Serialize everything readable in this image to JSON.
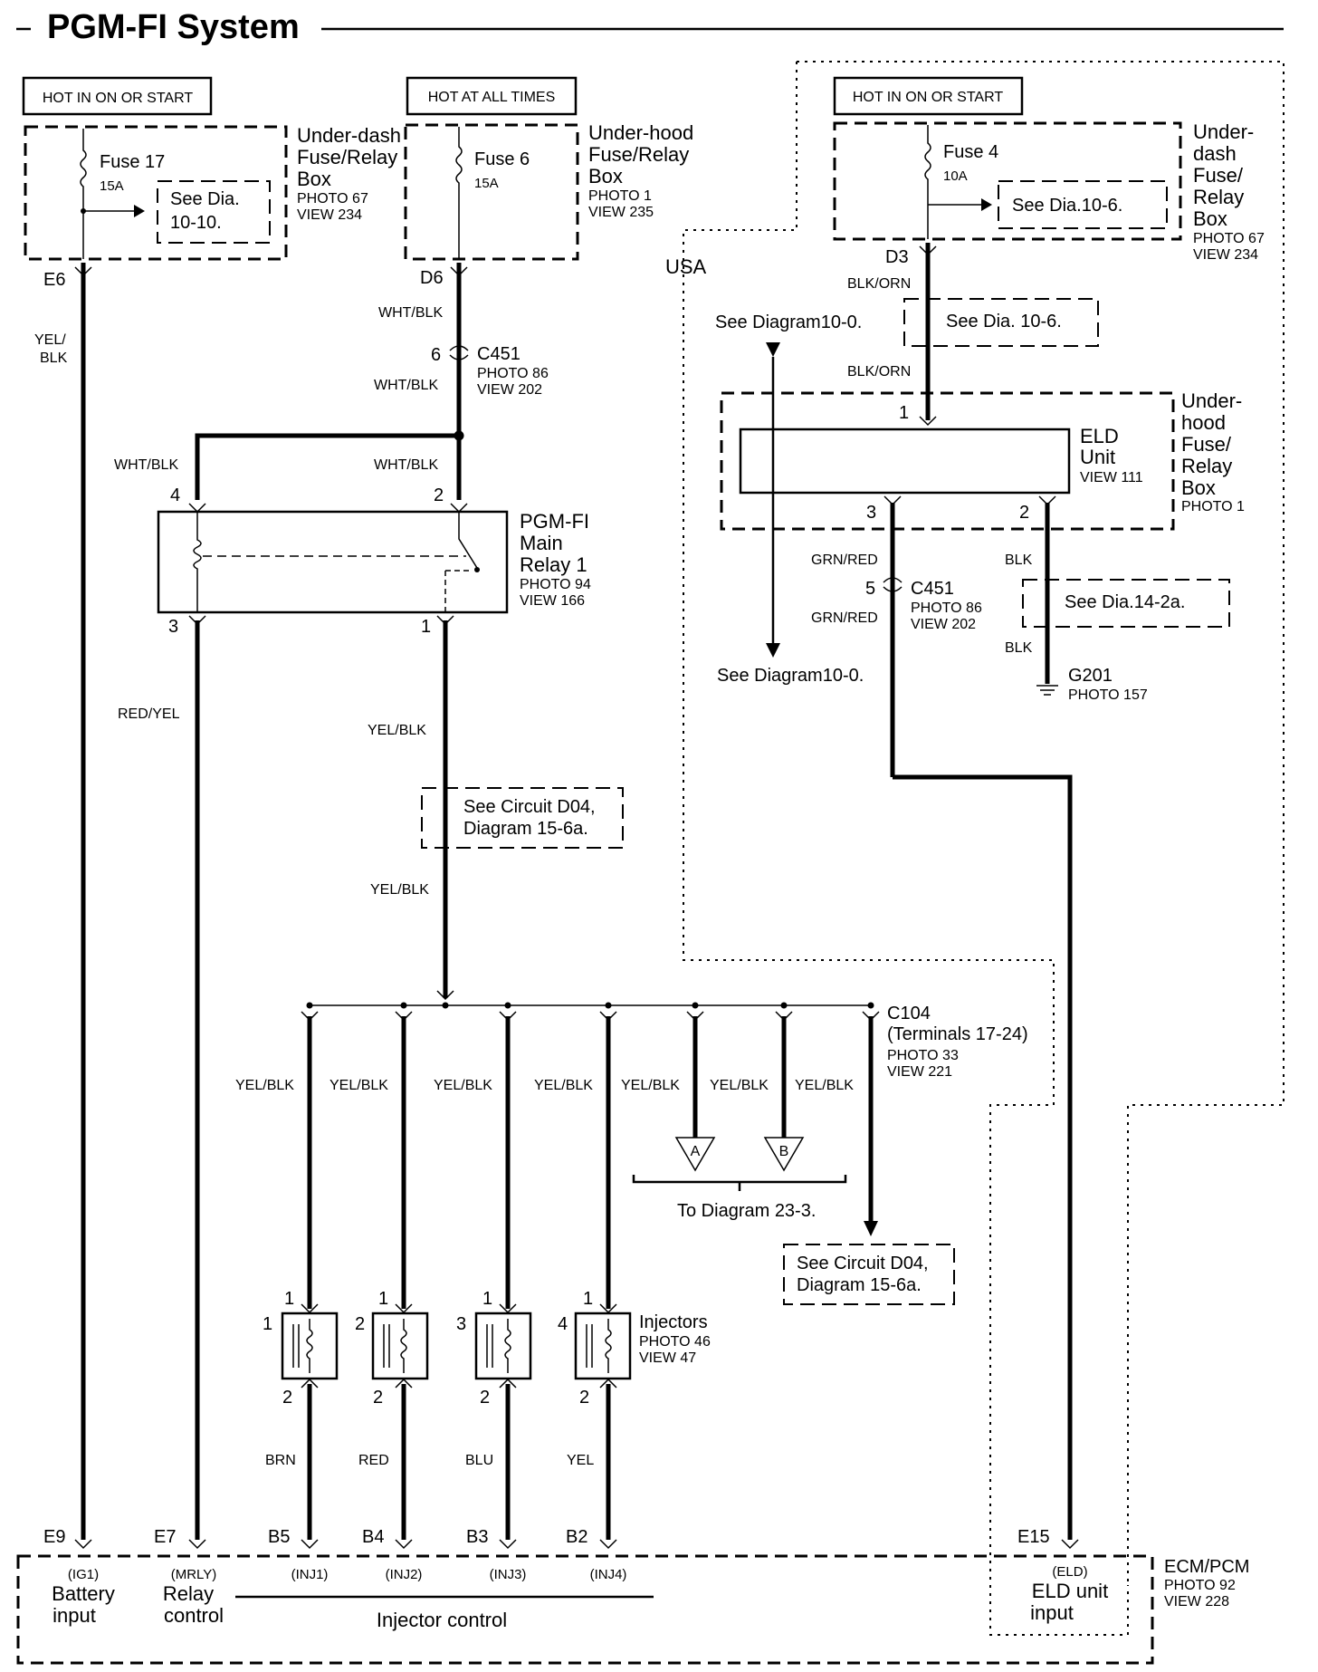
{
  "title": "PGM-FI System",
  "power_sources": {
    "left": {
      "label": "HOT IN ON OR START",
      "fuse": "Fuse 17",
      "rating": "15A",
      "see": [
        "See Dia.",
        "10-10."
      ],
      "box": [
        "Under-dash",
        "Fuse/Relay",
        "Box"
      ],
      "photo": "PHOTO 67",
      "view": "VIEW 234",
      "terminal": "E6"
    },
    "center": {
      "label": "HOT AT ALL TIMES",
      "fuse": "Fuse 6",
      "rating": "15A",
      "box": [
        "Under-hood",
        "Fuse/Relay",
        "Box"
      ],
      "photo": "PHOTO 1",
      "view": "VIEW 235",
      "terminal": "D6"
    },
    "right": {
      "label": "HOT IN ON OR START",
      "fuse": "Fuse 4",
      "rating": "10A",
      "see": "See Dia.10-6.",
      "box": [
        "Under-",
        "dash",
        "Fuse/",
        "Relay",
        "Box"
      ],
      "photo": "PHOTO 67",
      "view": "VIEW 234",
      "terminal": "D3"
    }
  },
  "region_label": "USA",
  "wires": {
    "yel_blk_split": [
      "YEL/",
      "BLK"
    ],
    "wht_blk": "WHT/BLK",
    "red_yel": "RED/YEL",
    "yel_blk": "YEL/BLK",
    "blk_orn": "BLK/ORN",
    "grn_red": "GRN/RED",
    "blk": "BLK",
    "brn": "BRN",
    "red": "RED",
    "blu": "BLU",
    "yel": "YEL"
  },
  "connector_c451": {
    "name": "C451",
    "photo": "PHOTO 86",
    "view": "VIEW 202",
    "pin_top": "6",
    "pin_right": "5"
  },
  "relay": {
    "name": [
      "PGM-FI",
      "Main",
      "Relay 1"
    ],
    "photo": "PHOTO 94",
    "view": "VIEW 166",
    "pins": [
      "4",
      "2",
      "3",
      "1"
    ]
  },
  "refs": {
    "circuit_d04": [
      "See Circuit D04,",
      "Diagram 15-6a."
    ],
    "dia_10_6": "See Dia. 10-6.",
    "dia_14_2a": "See Dia.14-2a.",
    "diagram_10_0": "See Diagram10-0.",
    "to_diagram_23_3": "To Diagram 23-3."
  },
  "eld": {
    "name": [
      "ELD",
      "Unit"
    ],
    "view": "VIEW 111",
    "box": [
      "Under-",
      "hood",
      "Fuse/",
      "Relay",
      "Box"
    ],
    "photo": "PHOTO 1",
    "pins": [
      "1",
      "3",
      "2"
    ]
  },
  "ground": {
    "name": "G201",
    "photo": "PHOTO 157"
  },
  "connector_c104": {
    "name": "C104",
    "terminals": "(Terminals 17-24)",
    "photo": "PHOTO 33",
    "view": "VIEW 221"
  },
  "offpage": [
    "A",
    "B"
  ],
  "injectors": {
    "label": "Injectors",
    "photo": "PHOTO 46",
    "view": "VIEW 47",
    "numbers": [
      "1",
      "2",
      "3",
      "4"
    ],
    "pin_top": "1",
    "pin_bottom": "2"
  },
  "ecm": {
    "name": "ECM/PCM",
    "photo": "PHOTO 92",
    "view": "VIEW 228",
    "terminals": [
      "E9",
      "E7",
      "B5",
      "B4",
      "B3",
      "B2",
      "E15"
    ],
    "signals": [
      "(IG1)",
      "(MRLY)",
      "(INJ1)",
      "(INJ2)",
      "(INJ3)",
      "(INJ4)",
      "(ELD)"
    ],
    "battery": [
      "Battery",
      "input"
    ],
    "relay": [
      "Relay",
      "control"
    ],
    "injector_control": "Injector control",
    "eld_input": [
      "ELD unit",
      "input"
    ]
  }
}
